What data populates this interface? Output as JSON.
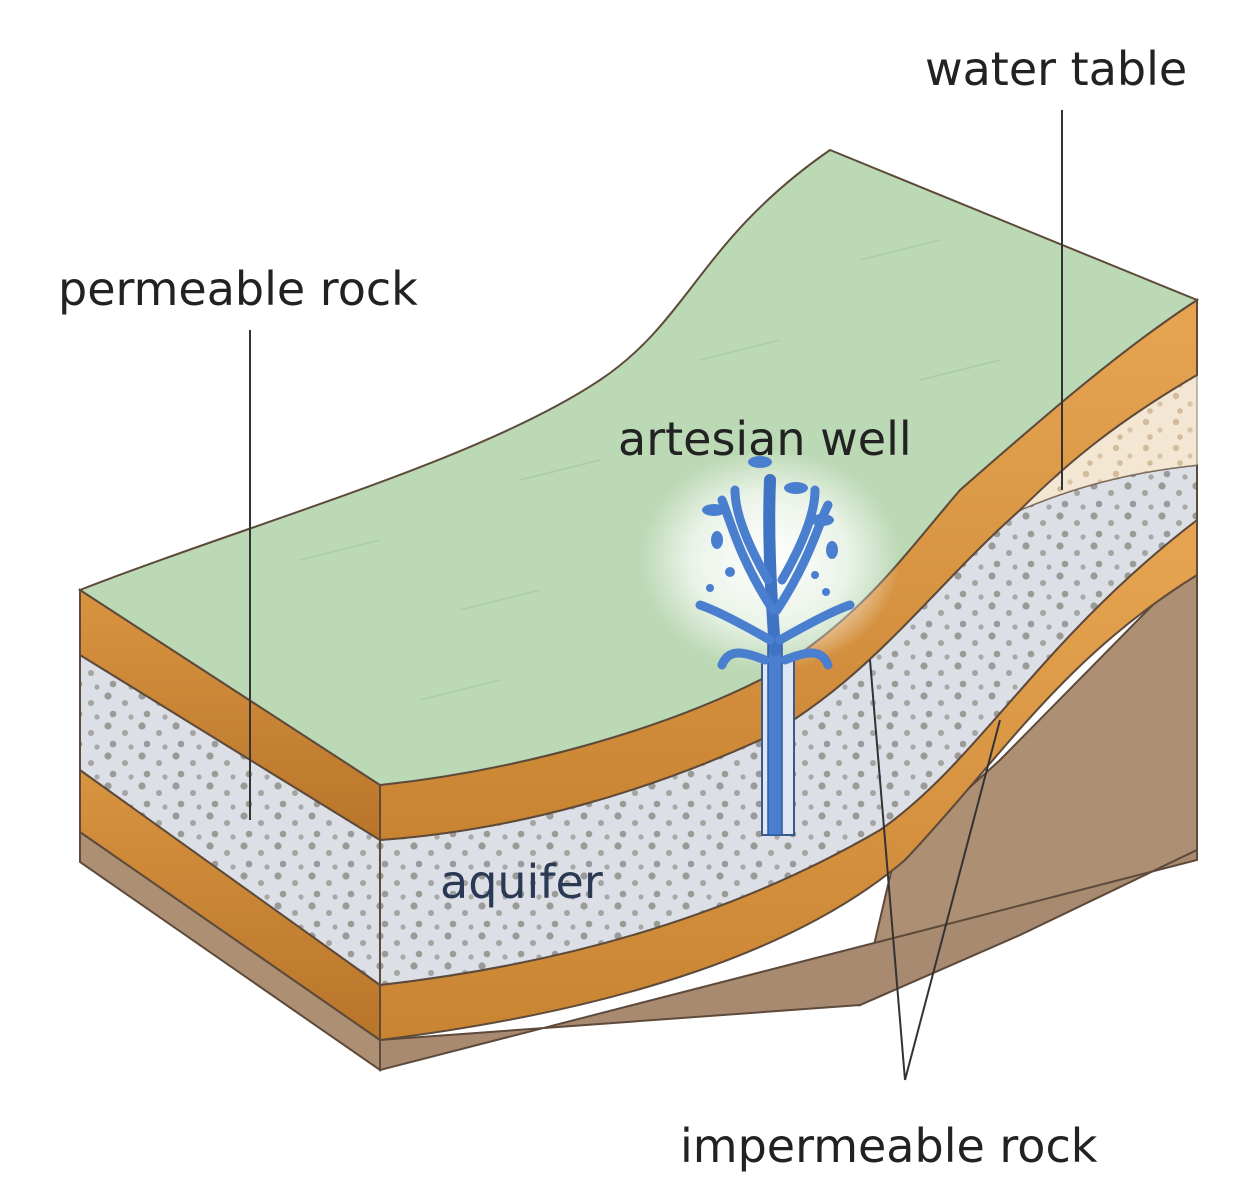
{
  "labels": {
    "water_table": "water table",
    "permeable_rock": "permeable rock",
    "artesian_well": "artesian well",
    "aquifer": "aquifer",
    "impermeable_rock": "impermeable rock"
  },
  "colors": {
    "surface": "#bcd9b5",
    "impermeable_band": "#d9943f",
    "aquifer": "#dcdfe6",
    "aquifer_dots": "#9a9a96",
    "bedrock": "#ad8f74",
    "water": "#4a7fd0",
    "permeable_dry": "#f3e6d2"
  }
}
